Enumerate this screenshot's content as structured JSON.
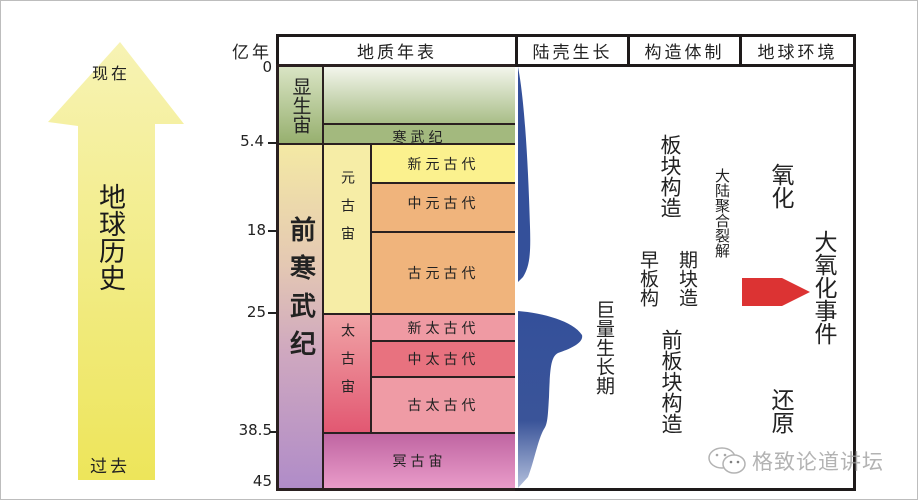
{
  "arrow": {
    "top_label": "现在",
    "title": "地球历史",
    "bottom_label": "过去",
    "color_top": "#f6f0a8",
    "color_bottom": "#eee65a"
  },
  "axis": {
    "unit_label": "亿年",
    "ticks": [
      "0",
      "5.4",
      "18",
      "25",
      "38.5",
      "45"
    ]
  },
  "headers": {
    "geologic_timescale": "地质年表",
    "crust_growth": "陆壳生长",
    "tectonic_regime": "构造体制",
    "earth_environment": "地球环境"
  },
  "eons": {
    "phanerozoic": {
      "label": "显生宙",
      "color": "#a8bd84"
    },
    "precambrian": {
      "label": "前寒武纪",
      "color_top": "#f4e7a4",
      "color_bottom": "#b18fc6"
    },
    "proterozoic": {
      "label": "元古宙",
      "color": "#f6eda6"
    },
    "archean": {
      "label": "太古宙",
      "color_top": "#f0a0a4",
      "color_bottom": "#e25a72"
    },
    "hadean": {
      "label": "冥古宙",
      "color_top": "#c267a3",
      "color_bottom": "#e898c8"
    }
  },
  "periods": {
    "cambrian": {
      "label": "寒武纪",
      "color": "#a3b97e"
    }
  },
  "eras": [
    {
      "label": "新元古代",
      "color": "#fbf18e"
    },
    {
      "label": "中元古代",
      "color": "#f0b47c"
    },
    {
      "label": "古元古代",
      "color": "#f0b47c"
    },
    {
      "label": "新太古代",
      "color": "#ef9aa3"
    },
    {
      "label": "中太古代",
      "color": "#e8727f"
    },
    {
      "label": "古太古代",
      "color": "#ef9ba5"
    }
  ],
  "crust": {
    "label": "巨量生长期",
    "curve_color": "#34509a"
  },
  "tectonics": {
    "plate_tectonics": "板块构造",
    "supercontinent": "大陆聚合裂解",
    "early_plate_a": "早板构",
    "early_plate_b": "期块造",
    "pre_plate": "前板块构造"
  },
  "environment": {
    "oxidized": "氧化",
    "great_oxidation_event": "大氧化事件",
    "reduced": "还原",
    "event_arrow_color": "#dc3333"
  },
  "watermark": {
    "text": "格致论道讲坛"
  }
}
